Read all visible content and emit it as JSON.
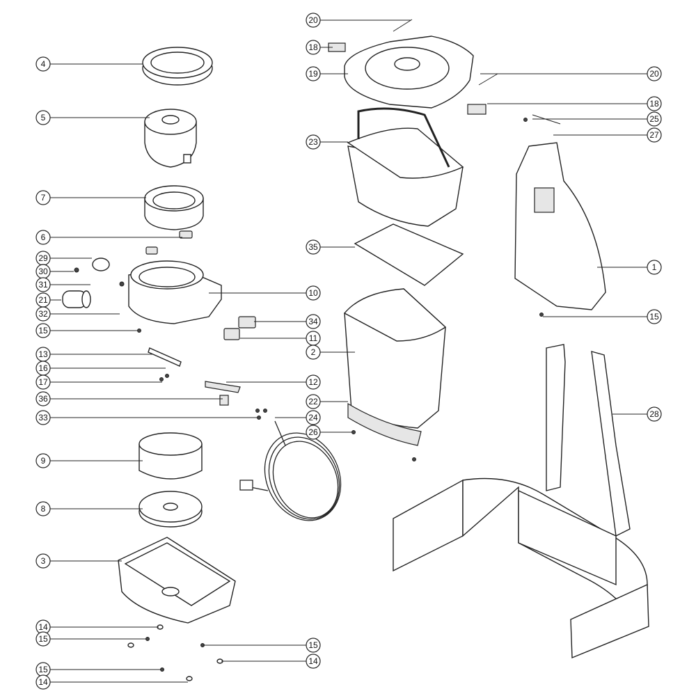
{
  "diagram": {
    "title": "Exploded parts view",
    "callouts": [
      "4",
      "5",
      "7",
      "6",
      "29",
      "30",
      "31",
      "21",
      "32",
      "15",
      "13",
      "16",
      "17",
      "36",
      "33",
      "9",
      "8",
      "3",
      "14",
      "15",
      "15",
      "14",
      "20",
      "18",
      "19",
      "23",
      "35",
      "10",
      "34",
      "11",
      "2",
      "12",
      "22",
      "24",
      "26",
      "15",
      "14",
      "20",
      "18",
      "25",
      "27",
      "1",
      "15",
      "28"
    ]
  }
}
